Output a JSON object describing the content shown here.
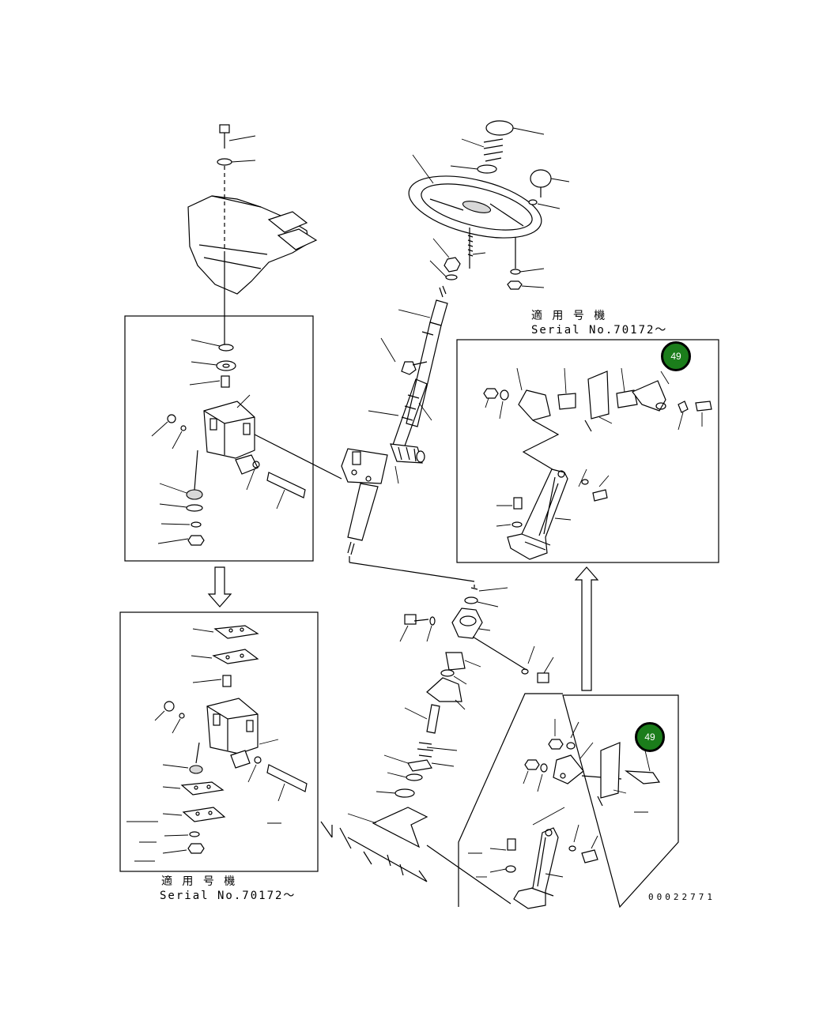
{
  "applicability": {
    "top_right": {
      "label": "適 用 号 機",
      "serial": "Serial No.70172～"
    },
    "bottom_left": {
      "label": "適 用 号 機",
      "serial": "Serial No.70172～"
    }
  },
  "callouts": [
    {
      "id": "callout-upper",
      "text": "49"
    },
    {
      "id": "callout-lower",
      "text": "49"
    }
  ],
  "drawing_number": "00022771",
  "colors": {
    "callout_fill": "#1b7d1b",
    "line": "#000000"
  }
}
